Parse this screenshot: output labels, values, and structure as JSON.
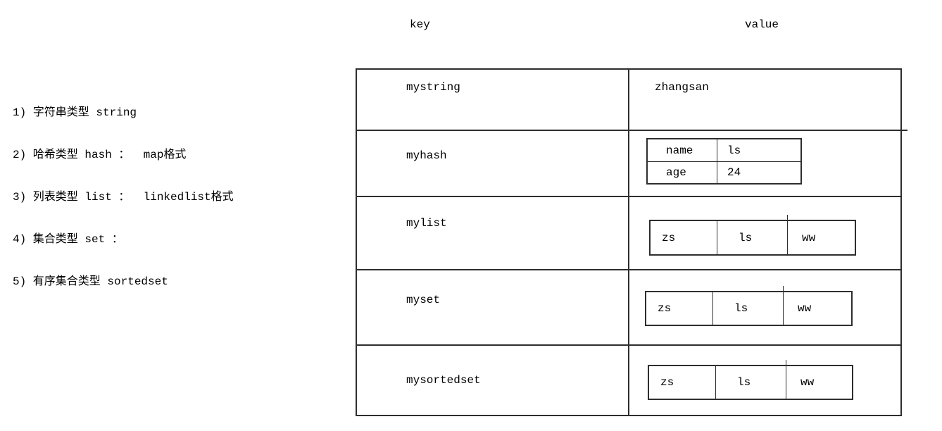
{
  "colors": {
    "ink": "#000000",
    "line": "#2e2e2e",
    "background": "#ffffff"
  },
  "notes": {
    "lines": [
      "1) 字符串类型 string",
      "2) 哈希类型 hash ：  map格式",
      "3) 列表类型 list ：  linkedlist格式",
      "4) 集合类型 set ：",
      "5) 有序集合类型 sortedset"
    ]
  },
  "table": {
    "headers": {
      "key": "key",
      "value": "value"
    },
    "rows": [
      {
        "key": "mystring",
        "value": "zhangsan"
      },
      {
        "key": "myhash",
        "entries": [
          {
            "field": "name",
            "value": "ls"
          },
          {
            "field": "age",
            "value": "24"
          }
        ]
      },
      {
        "key": "mylist",
        "items": [
          "zs",
          "ls",
          "ww"
        ]
      },
      {
        "key": "myset",
        "items": [
          "zs",
          "ls",
          "ww"
        ]
      },
      {
        "key": "mysortedset",
        "items": [
          "zs",
          "ls",
          "ww"
        ]
      }
    ]
  }
}
